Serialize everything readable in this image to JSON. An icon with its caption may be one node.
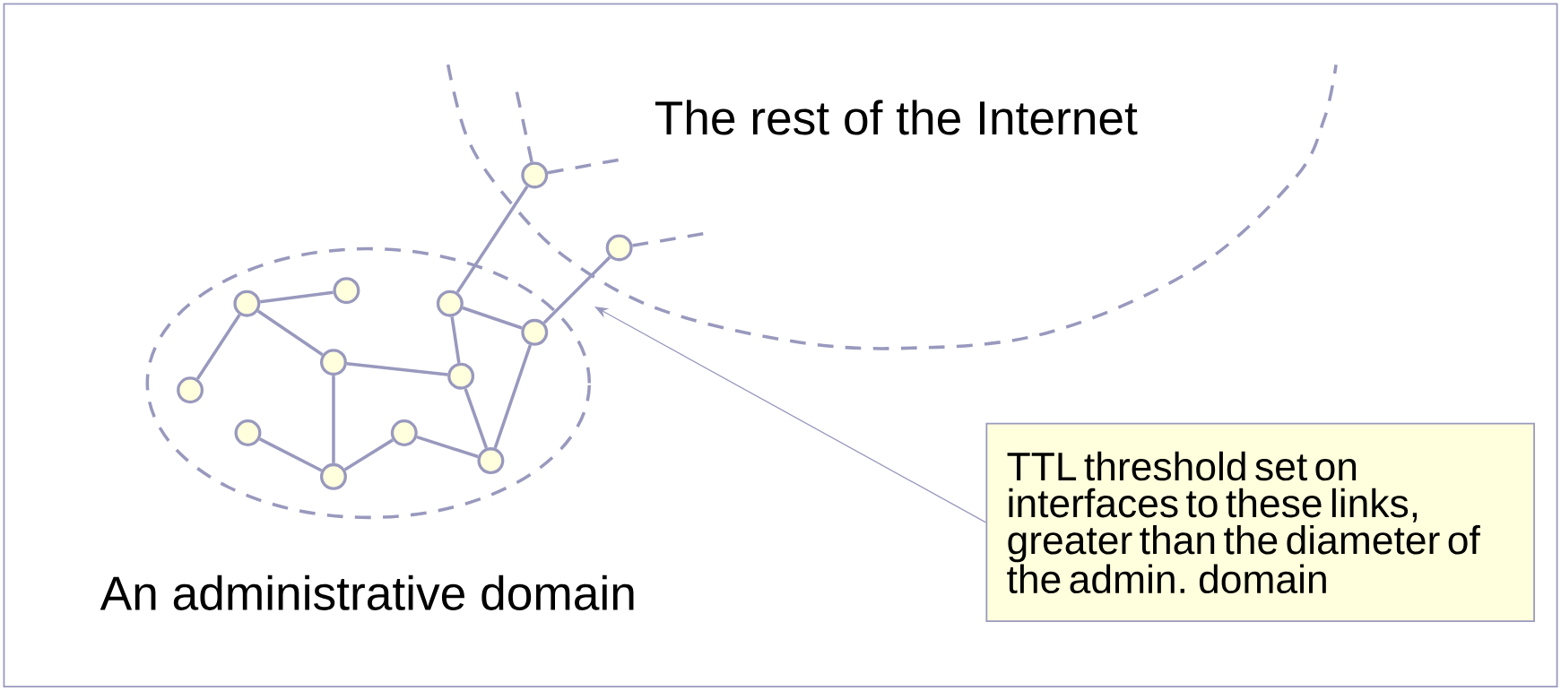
{
  "diagram": {
    "nodes": [
      {
        "text": [
          "An administrative domain"
        ]
      },
      {
        "text": [],
        "shape": "circle",
        "in": 0
      },
      {
        "text": [],
        "shape": "circle",
        "in": 0
      },
      {
        "text": [],
        "shape": "circle",
        "in": 0
      },
      {
        "text": [],
        "shape": "circle",
        "in": 0
      },
      {
        "text": [],
        "shape": "circle",
        "in": 0
      },
      {
        "text": [],
        "shape": "circle",
        "in": 0
      },
      {
        "text": [],
        "shape": "circle",
        "in": 0
      },
      {
        "text": [],
        "shape": "circle",
        "in": 0
      },
      {
        "text": [],
        "shape": "circle",
        "in": 0
      },
      {
        "text": [],
        "shape": "circle",
        "in": 0
      },
      {
        "text": [],
        "shape": "circle"
      },
      {
        "text": [],
        "shape": "circle",
        "in": 0
      },
      {
        "text": [],
        "shape": "circle"
      },
      {
        "text": [
          "TTL threshold set on interfaces to these links, greater than the diameter of the admin. domain"
        ]
      }
    ],
    "edges": [
      {
        "from": 1,
        "to": 2,
        "arrow": "none"
      },
      {
        "from": 2,
        "to": 6,
        "arrow": "none"
      },
      {
        "from": 2,
        "to": 4,
        "arrow": "none"
      },
      {
        "from": 4,
        "to": 9,
        "arrow": "none"
      },
      {
        "from": 4,
        "to": 5,
        "arrow": "none"
      },
      {
        "from": 3,
        "to": 5,
        "arrow": "none"
      },
      {
        "from": 5,
        "to": 7,
        "arrow": "none"
      },
      {
        "from": 7,
        "to": 10,
        "arrow": "none"
      },
      {
        "from": 9,
        "to": 10,
        "arrow": "none"
      },
      {
        "from": 8,
        "to": 9,
        "arrow": "none"
      },
      {
        "from": 8,
        "to": 12,
        "arrow": "none"
      },
      {
        "from": 10,
        "to": 12,
        "arrow": "none"
      },
      {
        "from": 8,
        "to": 11,
        "arrow": "none"
      },
      {
        "from": 12,
        "to": 13,
        "arrow": "none"
      },
      {
        "from": 11,
        "to": null,
        "arrow": "none",
        "style": "dashed"
      },
      {
        "from": 11,
        "to": null,
        "arrow": "none",
        "style": "dashed"
      },
      {
        "from": 13,
        "to": null,
        "arrow": "none",
        "style": "dashed"
      },
      {
        "from": 14,
        "to": 0,
        "arrow": "to"
      }
    ],
    "labels": [
      "The rest of the Internet"
    ]
  }
}
